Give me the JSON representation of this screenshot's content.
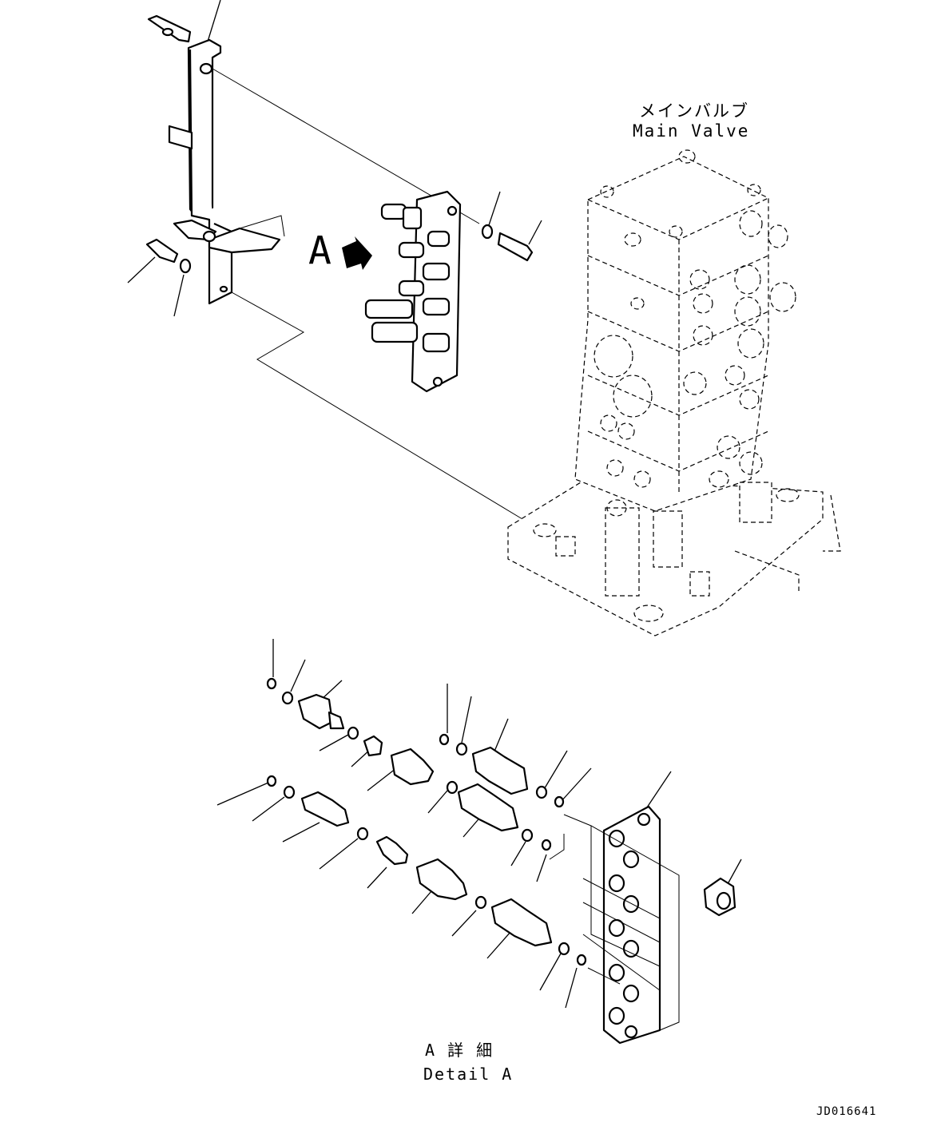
{
  "labels": {
    "main_valve_jp": "メインバルブ",
    "main_valve_en": "Main Valve",
    "view_letter": "A",
    "detail_jp": "A 詳 細",
    "detail_en": "Detail A",
    "drawing_id": "JD016641"
  },
  "icons": [
    "arrow-right-icon"
  ]
}
